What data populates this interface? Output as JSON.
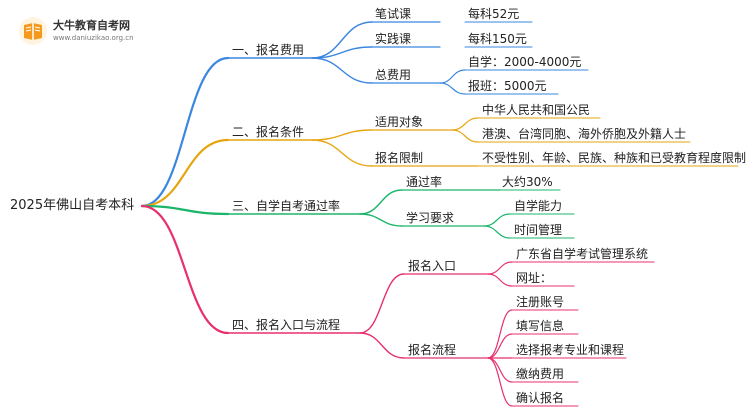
{
  "logo": {
    "name": "大牛教育自考网",
    "url": "www.daniuzikao.org.cn"
  },
  "root": "2025年佛山自考本科",
  "branches": [
    {
      "title": "一、报名费用",
      "color": "#3a86e0",
      "children": [
        {
          "label": "笔试课",
          "value": "每科52元"
        },
        {
          "label": "实践课",
          "value": "每科150元"
        },
        {
          "label": "总费用",
          "items": [
            "自学：2000-4000元",
            "报班：5000元"
          ]
        }
      ]
    },
    {
      "title": "二、报名条件",
      "color": "#e6a50f",
      "children": [
        {
          "label": "适用对象",
          "items": [
            "中华人民共和国公民",
            "港澳、台湾同胞、海外侨胞及外籍人士"
          ]
        },
        {
          "label": "报名限制",
          "value": "不受性别、年龄、民族、种族和已受教育程度限制"
        }
      ]
    },
    {
      "title": "三、自学自考通过率",
      "color": "#1bb56a",
      "children": [
        {
          "label": "通过率",
          "value": "大约30%"
        },
        {
          "label": "学习要求",
          "items": [
            "自学能力",
            "时间管理"
          ]
        }
      ]
    },
    {
      "title": "四、报名入口与流程",
      "color": "#e8306d",
      "children": [
        {
          "label": "报名入口",
          "items": [
            "广东省自学考试管理系统",
            "网址："
          ]
        },
        {
          "label": "报名流程",
          "items": [
            "注册账号",
            "填写信息",
            "选择报考专业和课程",
            "缴纳费用",
            "确认报名"
          ]
        }
      ]
    }
  ]
}
